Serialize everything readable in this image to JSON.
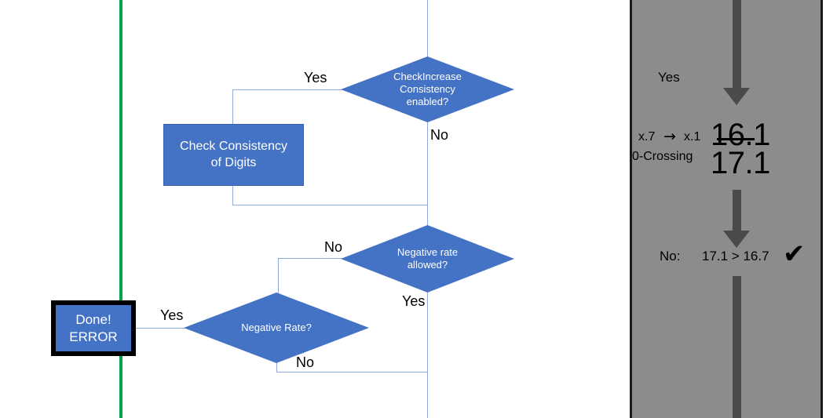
{
  "flowchart": {
    "nodes": {
      "check_increase": {
        "line1": "CheckIncrease",
        "line2": "Consistency",
        "line3": "enabled?"
      },
      "check_consistency": {
        "line1": "Check Consistency",
        "line2": "of Digits"
      },
      "negative_rate_allowed": {
        "line1": "Negative rate",
        "line2": "allowed?"
      },
      "negative_rate": {
        "label": "Negative Rate?"
      },
      "done_error": {
        "line1": "Done!",
        "line2": "ERROR"
      }
    },
    "edge_labels": {
      "check_increase_yes": "Yes",
      "check_increase_no": "No",
      "neg_allowed_no": "No",
      "neg_allowed_yes": "Yes",
      "neg_rate_yes": "Yes",
      "neg_rate_no": "No"
    },
    "colors": {
      "node_fill": "#4472C4",
      "connector": "#8EA9DB",
      "divider": "#00A44B",
      "error_border": "#000000"
    }
  },
  "annotation_panel": {
    "background": "#8C8C8C",
    "arrow_color": "#4A4A4A",
    "yes_label": "Yes",
    "rule_label_1": "x.7",
    "rule_arrow": "→",
    "rule_label_2": "x.1",
    "rule_label_3": "0-Crossing",
    "value_struck": "16.1",
    "value_current": "17.1",
    "no_label": "No:",
    "comparison": "17.1 > 16.7",
    "check_glyph": "✔"
  }
}
